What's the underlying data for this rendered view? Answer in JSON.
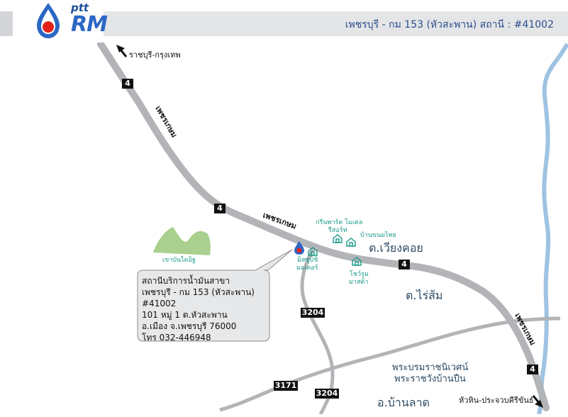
{
  "header": {
    "title": "เพชรบุรี - กม 153 (หัวสะพาน) สถานี : #41002",
    "brand_small": "ptt",
    "brand_big": "RM"
  },
  "routes": {
    "road4_label": "4",
    "road3204_label": "3204",
    "road3171_label": "3171",
    "phetkasem_name": "เพชรเกษม"
  },
  "directions": {
    "north": "ราชบุรี-กรุงเทพ",
    "south": "หัวหิน-ประจวบคีรีขันธ์"
  },
  "places": {
    "hill": "เขาบันไดอิฐ",
    "green_park_1": "กรีนพาร์ค โมเตล",
    "green_park_2": "รีสอร์ท",
    "baan_khanom_thai": "บ้านขนมไทย",
    "mitsubishi_1": "มิสซูบิชิ",
    "mitsubishi_2": "มอเตอร์",
    "showroom_1": "โชว์รูม",
    "showroom_2": "มาสด้า",
    "tambon_wiang_khoi": "ต.เวียงคอย",
    "tambon_rai_som": "ต.ไร่ส้ม",
    "palace_1": "พระบรมราชนิเวศน์",
    "palace_2": "พระราชวังบ้านปืน",
    "amphoe_ban_lat": "อ.บ้านลาด"
  },
  "station_info": {
    "line1": "สถานีบริการน้ำมันสาขา",
    "line2": "เพชรบุรี - กม 153 (หัวสะพาน)",
    "line3": "#41002",
    "line4": "101 หมู่ 1 ต.หัวสะพาน",
    "line5": "อ.เมือง  จ.เพชรบุรี  76000",
    "line6": "โทร 032-446948"
  },
  "colors": {
    "road": "#b3b4b7",
    "river": "#9fc3e2",
    "hill": "#a9d08e",
    "poi": "#1a9a8a",
    "brand_blue": "#2b67c4",
    "brand_red": "#e2231a",
    "header_text": "#2c4f8c"
  },
  "icons": [
    "ptt-logo-icon",
    "north-arrow-icon",
    "south-arrow-icon",
    "station-marker-icon",
    "house-icon"
  ]
}
